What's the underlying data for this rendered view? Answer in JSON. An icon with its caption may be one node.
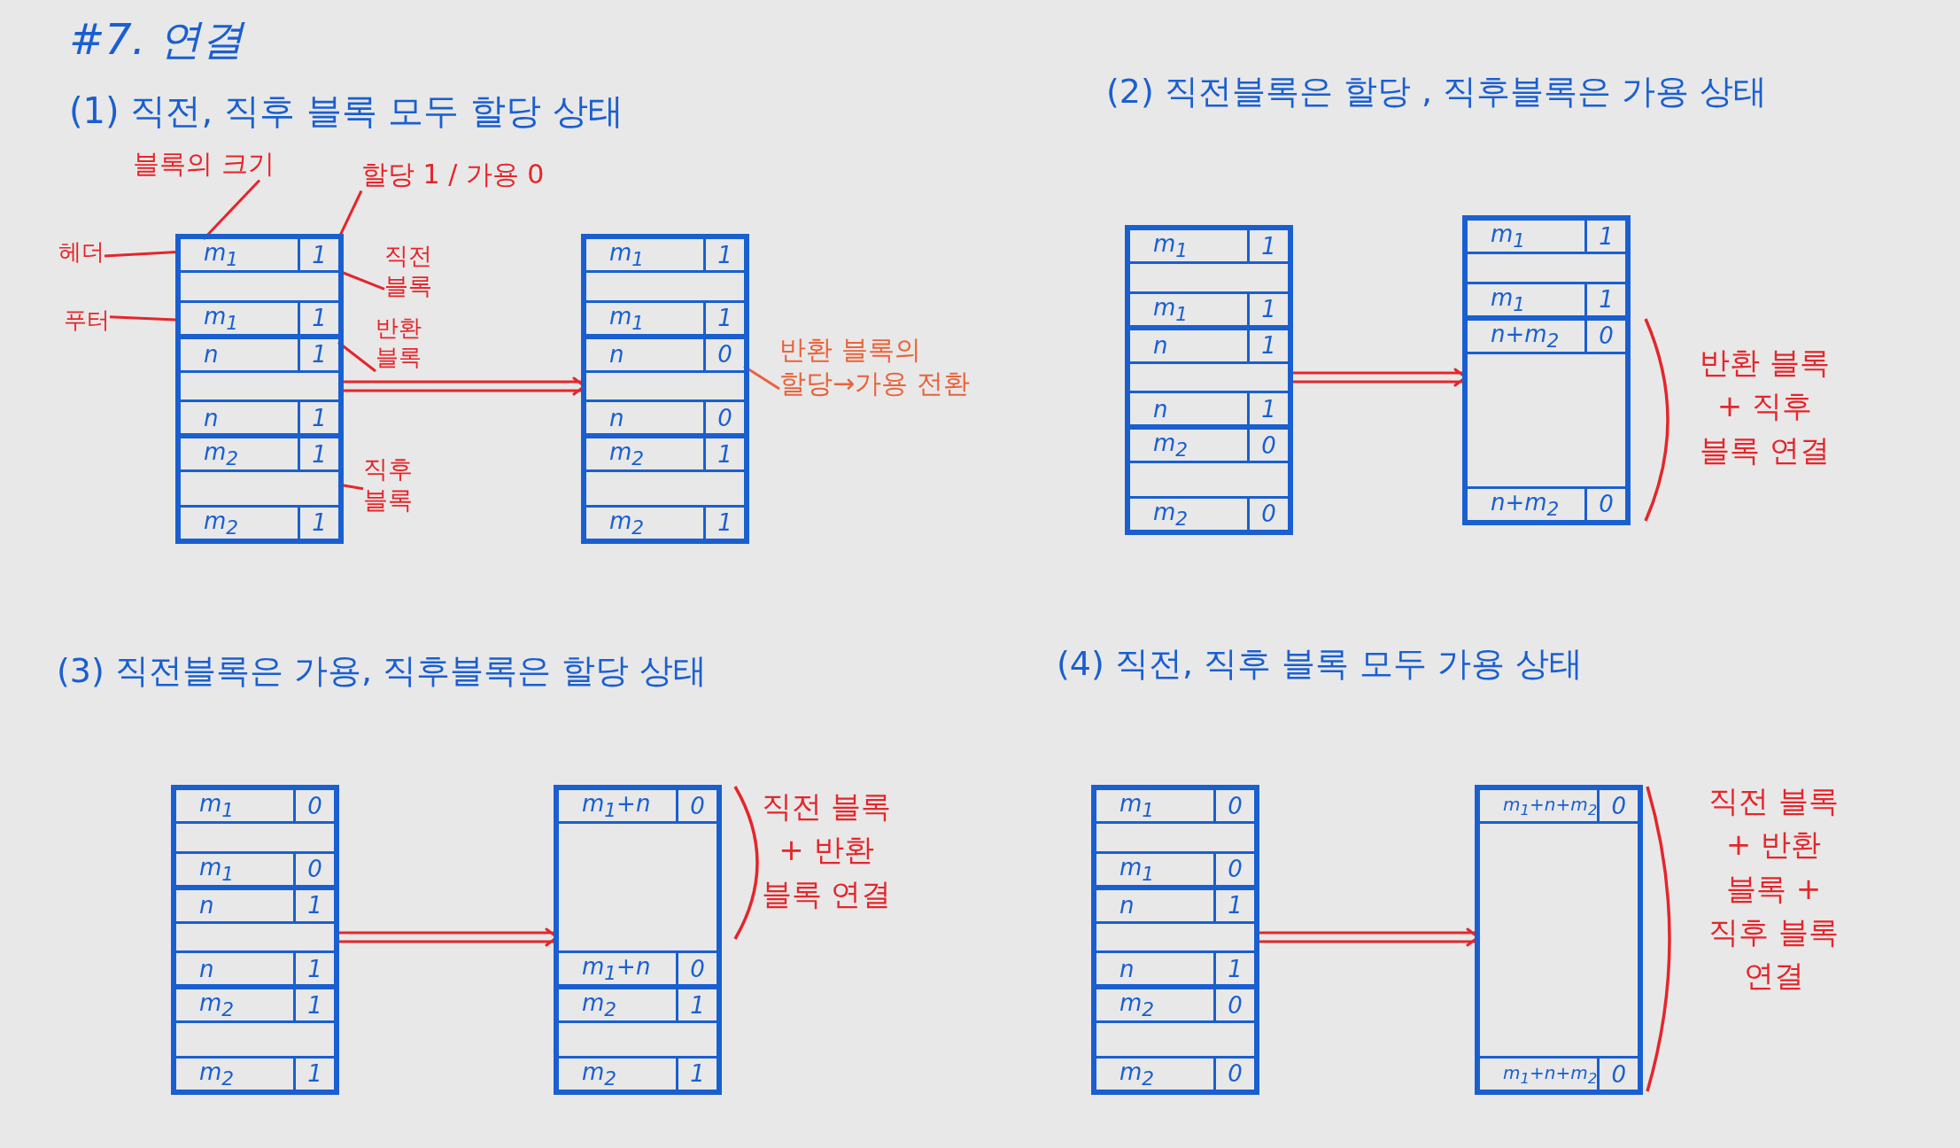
{
  "diagram": {
    "title": "#7. 연결",
    "nodes": [
      {
        "text": [
          "블록의 크기"
        ]
      },
      {
        "text": [
          "할당 1 / 가용 0"
        ]
      },
      {
        "text": [
          "헤더"
        ]
      },
      {
        "text": [
          "푸터"
        ]
      },
      {
        "text": [],
        "shape": "box"
      },
      {
        "text": [],
        "shape": "box",
        "in": 4
      },
      {
        "text": [
          "m$_{1}$",
          "1"
        ],
        "in": 5
      },
      {
        "text": [
          "m$_{1}$",
          "1"
        ],
        "in": 5
      },
      {
        "text": [],
        "shape": "box",
        "in": 4
      },
      {
        "text": [
          "n",
          "1"
        ],
        "in": 8
      },
      {
        "text": [
          "n",
          "1"
        ],
        "in": 8
      },
      {
        "text": [],
        "shape": "box",
        "in": 4
      },
      {
        "text": [
          "m$_{2}$",
          "1"
        ],
        "in": 11
      },
      {
        "text": [
          "m$_{2}$",
          "1"
        ],
        "in": 11
      },
      {
        "text": [
          "직전 블록"
        ]
      },
      {
        "text": [
          "반환 블록"
        ]
      },
      {
        "text": [
          "직후 블록"
        ]
      },
      {
        "text": [],
        "shape": "box"
      },
      {
        "text": [],
        "shape": "box",
        "in": 17
      },
      {
        "text": [
          "m$_{1}$",
          "1"
        ],
        "in": 18
      },
      {
        "text": [
          "m$_{1}$",
          "1"
        ],
        "in": 18
      },
      {
        "text": [],
        "shape": "box",
        "in": 17
      },
      {
        "text": [
          "n",
          "0"
        ],
        "in": 21
      },
      {
        "text": [
          "n",
          "0"
        ],
        "in": 21
      },
      {
        "text": [],
        "shape": "box",
        "in": 17
      },
      {
        "text": [
          "m$_{2}$",
          "1"
        ],
        "in": 24
      },
      {
        "text": [
          "m$_{2}$",
          "1"
        ],
        "in": 24
      },
      {
        "text": [
          "반환 블록의 할당→가용 전환"
        ]
      },
      {
        "text": [],
        "shape": "box"
      },
      {
        "text": [],
        "shape": "box",
        "in": 28
      },
      {
        "text": [
          "m$_{1}$",
          "1"
        ],
        "in": 29
      },
      {
        "text": [
          "m$_{1}$",
          "1"
        ],
        "in": 29
      },
      {
        "text": [],
        "shape": "box",
        "in": 28
      },
      {
        "text": [
          "n",
          "1"
        ],
        "in": 32
      },
      {
        "text": [
          "n",
          "1"
        ],
        "in": 32
      },
      {
        "text": [],
        "shape": "box",
        "in": 28
      },
      {
        "text": [
          "m$_{2}$",
          "0"
        ],
        "in": 35
      },
      {
        "text": [
          "m$_{2}$",
          "0"
        ],
        "in": 35
      },
      {
        "text": [],
        "shape": "box"
      },
      {
        "text": [],
        "shape": "box",
        "in": 38
      },
      {
        "text": [
          "m$_{1}$",
          "1"
        ],
        "in": 39
      },
      {
        "text": [
          "m$_{1}$",
          "1"
        ],
        "in": 39
      },
      {
        "text": [],
        "shape": "box",
        "in": 38
      },
      {
        "text": [
          "n+m$_{2}$",
          "0"
        ],
        "in": 42
      },
      {
        "text": [
          "n+m$_{2}$",
          "0"
        ],
        "in": 42
      },
      {
        "text": [],
        "shape": "box"
      },
      {
        "text": [],
        "shape": "box",
        "in": 45
      },
      {
        "text": [
          "m$_{1}$",
          "0"
        ],
        "in": 46
      },
      {
        "text": [
          "m$_{1}$",
          "0"
        ],
        "in": 46
      },
      {
        "text": [],
        "shape": "box",
        "in": 45
      },
      {
        "text": [
          "n",
          "1"
        ],
        "in": 49
      },
      {
        "text": [
          "n",
          "1"
        ],
        "in": 49
      },
      {
        "text": [],
        "shape": "box",
        "in": 45
      },
      {
        "text": [
          "m$_{2}$",
          "1"
        ],
        "in": 52
      },
      {
        "text": [
          "m$_{2}$",
          "1"
        ],
        "in": 52
      },
      {
        "text": [],
        "shape": "box"
      },
      {
        "text": [],
        "shape": "box",
        "in": 55
      },
      {
        "text": [
          "m$_{1}$+n",
          "0"
        ],
        "in": 56
      },
      {
        "text": [
          "m$_{1}$+n",
          "0"
        ],
        "in": 56
      },
      {
        "text": [],
        "shape": "box",
        "in": 55
      },
      {
        "text": [
          "m$_{2}$",
          "1"
        ],
        "in": 59
      },
      {
        "text": [
          "m$_{2}$",
          "1"
        ],
        "in": 59
      },
      {
        "text": [],
        "shape": "box"
      },
      {
        "text": [],
        "shape": "box",
        "in": 62
      },
      {
        "text": [
          "m$_{1}$",
          "0"
        ],
        "in": 63
      },
      {
        "text": [
          "m$_{1}$",
          "0"
        ],
        "in": 63
      },
      {
        "text": [],
        "shape": "box",
        "in": 62
      },
      {
        "text": [
          "n",
          "1"
        ],
        "in": 66
      },
      {
        "text": [
          "n",
          "1"
        ],
        "in": 66
      },
      {
        "text": [],
        "shape": "box",
        "in": 62
      },
      {
        "text": [
          "m$_{2}$",
          "0"
        ],
        "in": 69
      },
      {
        "text": [
          "m$_{2}$",
          "0"
        ],
        "in": 69
      },
      {
        "text": [],
        "shape": "box"
      },
      {
        "text": [],
        "shape": "box",
        "in": 72
      },
      {
        "text": [
          "m$_{1}$+n+m$_{2}$",
          "0"
        ],
        "in": 73
      },
      {
        "text": [
          "m$_{1}$+n+m$_{2}$",
          "0"
        ],
        "in": 73
      }
    ],
    "edges": [
      {
        "from": 0,
        "to": 6,
        "arrow": "none"
      },
      {
        "from": 1,
        "to": 6,
        "arrow": "none"
      },
      {
        "from": 2,
        "to": 6,
        "arrow": "none"
      },
      {
        "from": 3,
        "to": 7,
        "arrow": "none"
      },
      {
        "from": 14,
        "to": 5,
        "arrow": "none"
      },
      {
        "from": 15,
        "to": 8,
        "arrow": "none"
      },
      {
        "from": 16,
        "to": 11,
        "arrow": "none"
      },
      {
        "from": 8,
        "to": 21,
        "arrow": "to"
      },
      {
        "from": 27,
        "to": 21,
        "arrow": "none",
        "color": "#e8643c"
      },
      {
        "from": 32,
        "to": 42,
        "arrow": "to"
      },
      {
        "from": 49,
        "to": 56,
        "arrow": "to"
      },
      {
        "from": 66,
        "to": 73,
        "arrow": "to"
      }
    ],
    "labels": [
      "(1) 직전, 직후 블록 모두 할당 상태",
      "(2) 직전블록은 할당 , 직후블록은 가용 상태",
      "반환 블록 + 직후 블록 연결",
      "(3) 직전블록은 가용, 직후블록은 할당 상태",
      "(4) 직전, 직후 블록 모두 가용 상태",
      "직전 블록 + 반환 블록 연결",
      "직전 블록 + 반환 블록 + 직후 블록 연결"
    ]
  }
}
